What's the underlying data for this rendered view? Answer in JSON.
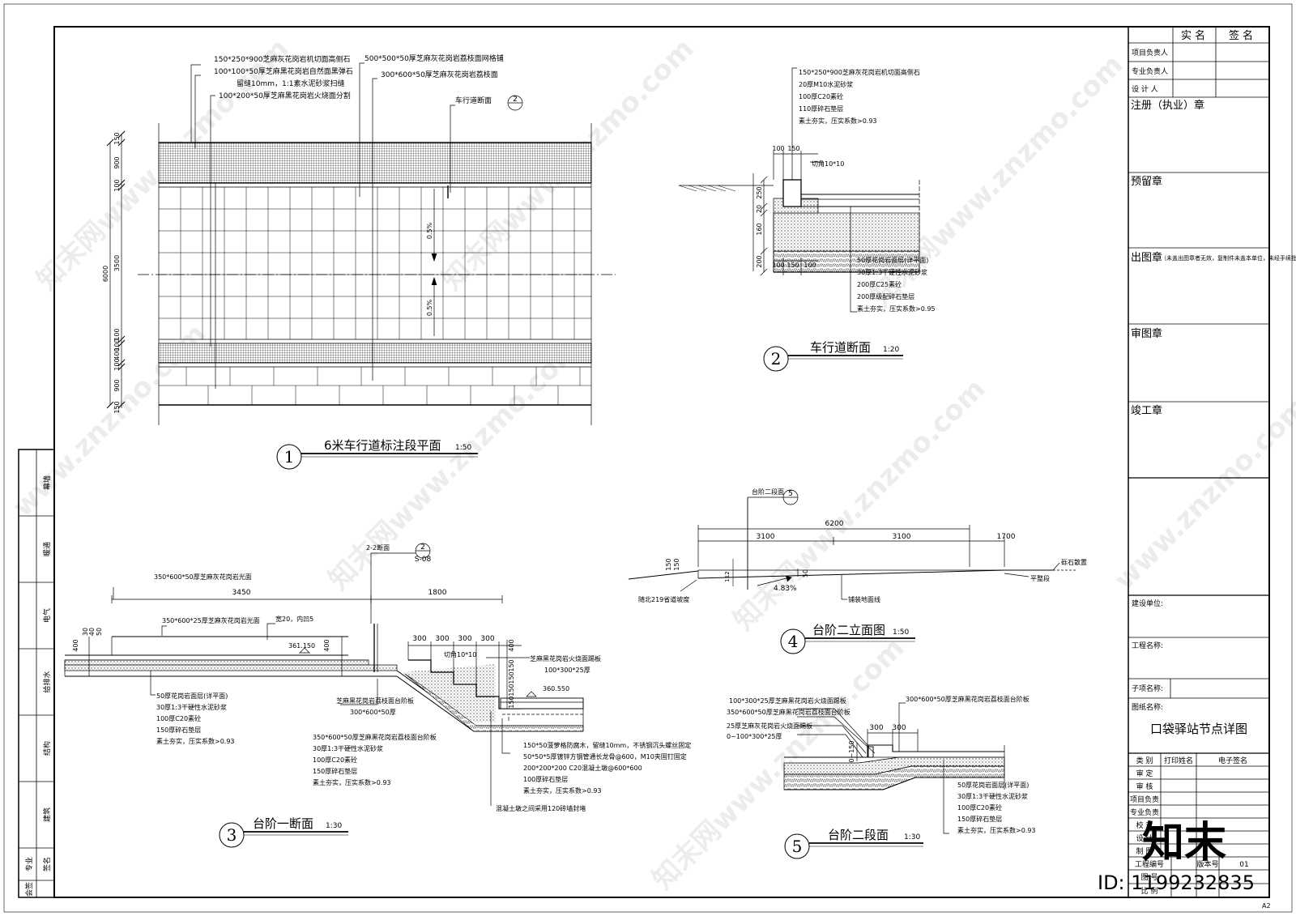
{
  "right_panel": {
    "header": [
      "实名",
      "签名"
    ],
    "roles": [
      "项目负责人",
      "专业负责人",
      "设 计 人"
    ],
    "stamps": [
      "注册（执业）章",
      "预留章",
      "出图章",
      "审图章",
      "竣工章"
    ],
    "stamp_note": "（未盖出图章者无效，复制件未盖本单位，未经手续批准不得翻印）",
    "fields": [
      "建设单位:",
      "工程名称:",
      "子项名称:",
      "图纸名称:"
    ],
    "drawing_name": "口袋驿站节点详图",
    "sign_header": [
      "类 别",
      "打印姓名",
      "电子签名"
    ],
    "sign_rows": [
      "审 定",
      "审 核",
      "项目负责",
      "专业负责",
      "校 对",
      "设 计",
      "制 图"
    ],
    "bottom": {
      "proj_no": "工程编号",
      "ver_label": "版本号",
      "ver": "01",
      "r2": "图 号",
      "r3": "比 例"
    },
    "size": "A2"
  },
  "left_strip": {
    "items": [
      "幕墙",
      "暖通",
      "电气",
      "给排水",
      "结构",
      "建筑"
    ],
    "foot": [
      "专业",
      "签名"
    ],
    "bottom": "会签"
  },
  "d1": {
    "num": "1",
    "title": "6米车行道标注段平面",
    "scale": "1:50",
    "labels": [
      "150*250*900芝麻灰花岗岩机切面高侧石",
      "100*100*50厚芝麻黑花岗岩自然面黑弹石",
      "留缝10mm，1:1素水泥砂浆扫缝",
      "100*200*50厚芝麻黑花岗岩火烧面分割",
      "500*500*50厚芝麻灰花岗岩荔枝面网格铺",
      "300*600*50厚芝麻灰花岗岩荔枝面",
      "车行道断面"
    ],
    "ref": "2",
    "dims": [
      "150",
      "900",
      "100",
      "3500",
      "100",
      "100",
      "400",
      "100",
      "900",
      "150",
      "6000"
    ],
    "slopes": [
      "0.5%",
      "0.5%"
    ]
  },
  "d2": {
    "num": "2",
    "title": "车行道断面",
    "scale": "1:20",
    "top_labels": [
      "150*250*900芝麻灰花岗岩机切面高侧石",
      "20厚M10水泥砂浆",
      "100厚C20素砼",
      "110厚碎石垫层",
      "素土夯实，压实系数>0.93"
    ],
    "bot_labels": [
      "50厚花岗岩面层(详平面)",
      "30厚1:3干硬性水泥砂浆",
      "200厚C25素砼",
      "200厚级配碎石垫层",
      "素土夯实，压实系数>0.95"
    ],
    "dims_top": [
      "100",
      "150"
    ],
    "chamfer": "切角10*10",
    "dims_side": [
      "250",
      "20",
      "160",
      "200"
    ],
    "dims_bot": [
      "100",
      "150",
      "100"
    ]
  },
  "d3": {
    "num": "3",
    "title": "台阶一断面",
    "scale": "1:30",
    "ref_label": "2-2断面",
    "ref": "2",
    "ref_sheet": "S-08",
    "top_labels": [
      "350*600*50厚芝麻灰花岗岩光面",
      "350*600*25厚芝麻灰花岗岩光面",
      "宽20，内凹5"
    ],
    "dims": [
      "3450",
      "1800",
      "400",
      "30",
      "40",
      "50",
      "400",
      "300",
      "300",
      "300",
      "300",
      "400",
      "150",
      "150",
      "150",
      "150"
    ],
    "elev1": "361.150",
    "elev2": "360.550",
    "chamfer": "切角10*10",
    "left_labels": [
      "50厚花岗岩面层(详平面)",
      "30厚1:3干硬性水泥砂浆",
      "100厚C20素砼",
      "150厚碎石垫层",
      "素土夯实，压实系数>0.93"
    ],
    "mid_labels": [
      "芝麻黑花岗岩荔枝面台阶板",
      "300*600*50厚",
      "350*600*50厚芝麻黑花岗岩荔枝面台阶板",
      "30厚1:3干硬性水泥砂浆",
      "100厚C20素砼",
      "150厚碎石垫层",
      "素土夯实，压实系数>0.93"
    ],
    "right_labels": [
      "芝麻黑花岗岩火烧面踢板",
      "100*300*25厚"
    ],
    "bot_labels": [
      "150*50菠萝格防腐木，留缝10mm，不锈钢沉头螺丝固定",
      "50*50*5厚镀锌方钢管通长龙骨@600，M10夹固钉固定",
      "200*200*200 C20混凝土墩@600*600",
      "100厚碎石垫层",
      "素土夯实，压实系数>0.93"
    ],
    "note": "混凝土墩之间采用120砖墙封堵"
  },
  "d4": {
    "num": "4",
    "title": "台阶二立面图",
    "scale": "1:50",
    "ref_label": "台阶二段面",
    "ref": "5",
    "dims": [
      "6200",
      "3100",
      "3100",
      "1700"
    ],
    "labels": [
      "砾石散置",
      "平整段",
      "铺装地面线",
      "随北219省道坡度"
    ],
    "slope": "4.83%",
    "side_dims": [
      "150",
      "50",
      "112",
      "150"
    ]
  },
  "d5": {
    "num": "5",
    "title": "台阶二段面",
    "scale": "1:30",
    "left_labels": [
      "100*300*25厚芝麻黑花岗岩火烧面踢板",
      "350*600*50厚芝麻黑花岗岩荔枝面台阶板",
      "25厚芝麻灰花岗岩火烧面踢板",
      "0~100*300*25厚"
    ],
    "top_label": "300*600*50厚芝麻黑花岗岩荔枝面台阶板",
    "dims": [
      "300",
      "300"
    ],
    "side_dim": "0~150",
    "labels": [
      "50厚花岗岩面层(详平面)",
      "30厚1:3干硬性水泥砂浆",
      "100厚C20素砼",
      "150厚碎石垫层",
      "素土夯实，压实系数>0.93"
    ]
  },
  "watermark": {
    "url": "www.znzmo.com",
    "brand": "知末网",
    "logo": "知末",
    "id": "ID: 1199232835"
  }
}
